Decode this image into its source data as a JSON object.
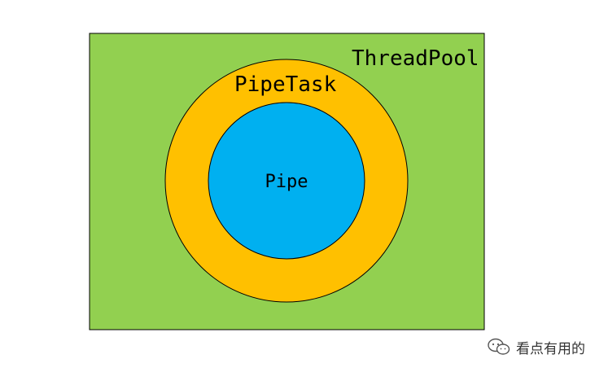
{
  "diagram": {
    "outer_label": "ThreadPool",
    "middle_label": "PipeTask",
    "inner_label": "Pipe"
  },
  "colors": {
    "outer_fill": "#92D050",
    "middle_fill": "#FFC000",
    "inner_fill": "#00B0F0",
    "stroke": "#000000"
  },
  "watermark": {
    "icon": "wechat-icon",
    "text": "看点有用的"
  }
}
